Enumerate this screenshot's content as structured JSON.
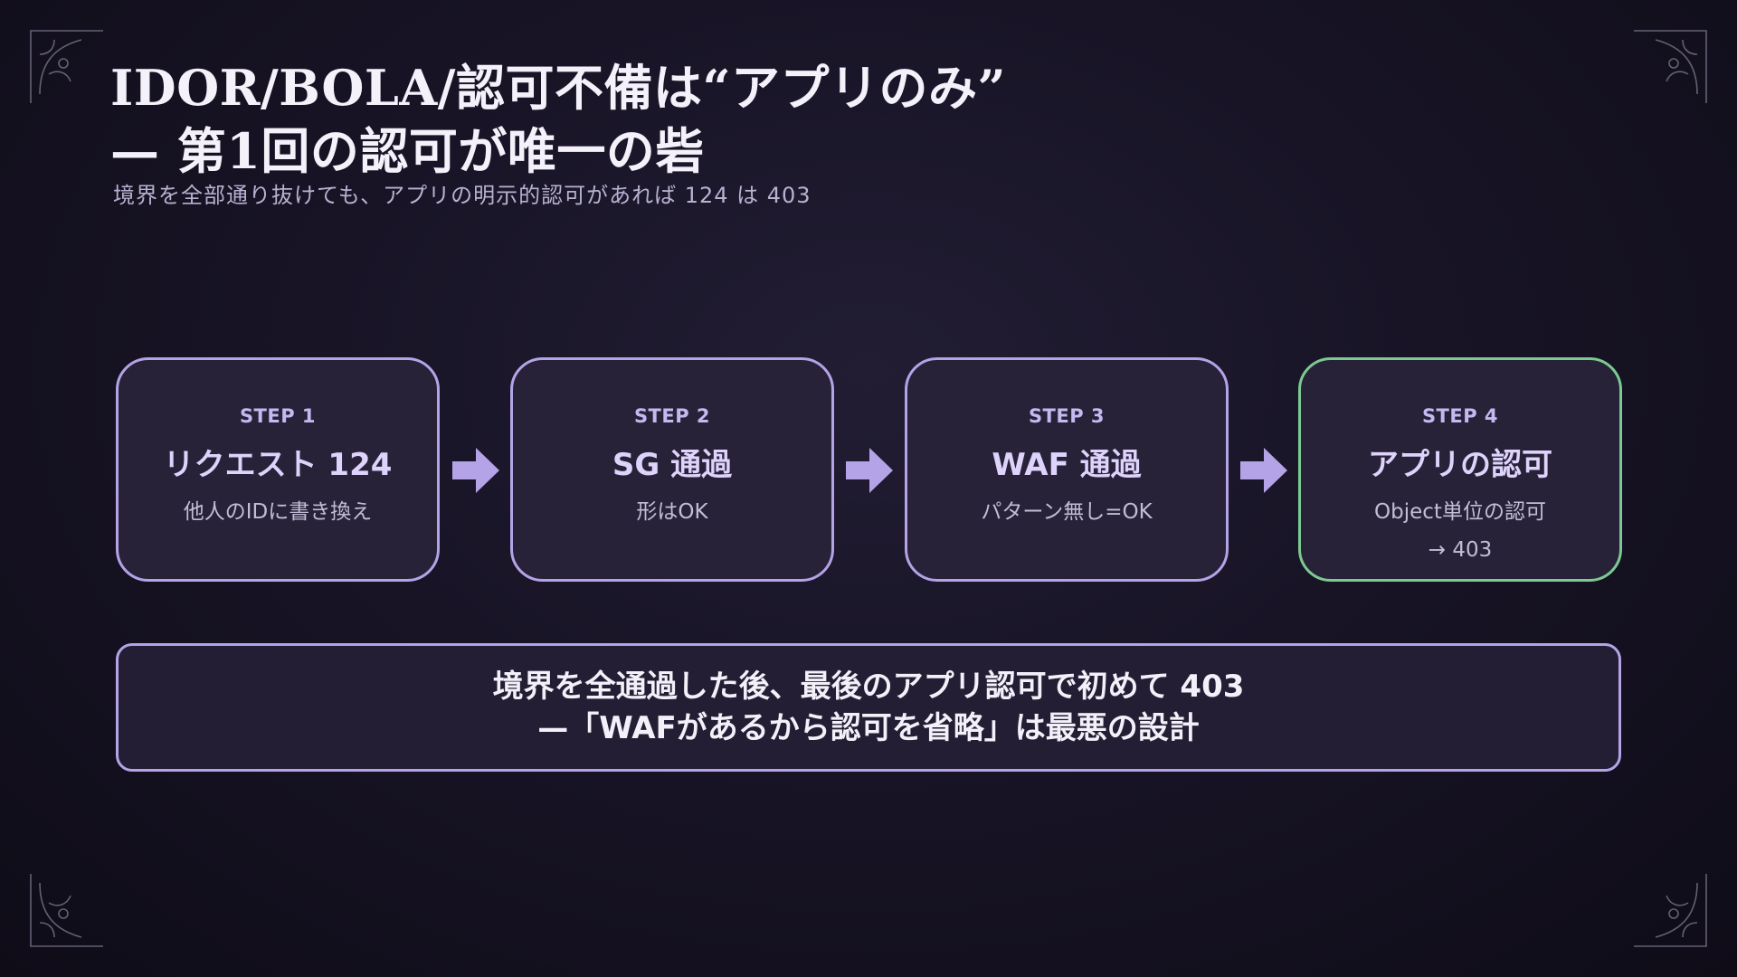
{
  "slide": {
    "title_line1": "IDOR/BOLA/認可不備は“アプリのみ”",
    "title_line2": "— 第1回の認可が唯一の砦",
    "subtitle": "境界を全部通り抜けても、アプリの明示的認可があれば 124 は 403"
  },
  "steps": [
    {
      "label": "STEP 1",
      "heading": "リクエスト 124",
      "desc": [
        "他人のIDに書き換え"
      ]
    },
    {
      "label": "STEP 2",
      "heading": "SG 通過",
      "desc": [
        "形はOK"
      ]
    },
    {
      "label": "STEP 3",
      "heading": "WAF 通過",
      "desc": [
        "パターン無し=OK"
      ]
    },
    {
      "label": "STEP 4",
      "heading": "アプリの認可",
      "desc": [
        "Object単位の認可",
        "→ 403"
      ]
    }
  ],
  "callout": {
    "line1": "境界を全通過した後、最後のアプリ認可で初めて 403",
    "line2": "—「WAFがあるから認可を省略」は最悪の設計"
  },
  "colors": {
    "background": "#181426",
    "accent": "#b4a3e6",
    "success": "#7cca92",
    "card": "#272238",
    "text": "#f1eef8"
  },
  "icons": {
    "arrow": "right-arrow-icon",
    "corner": "ornament-corner-icon"
  }
}
